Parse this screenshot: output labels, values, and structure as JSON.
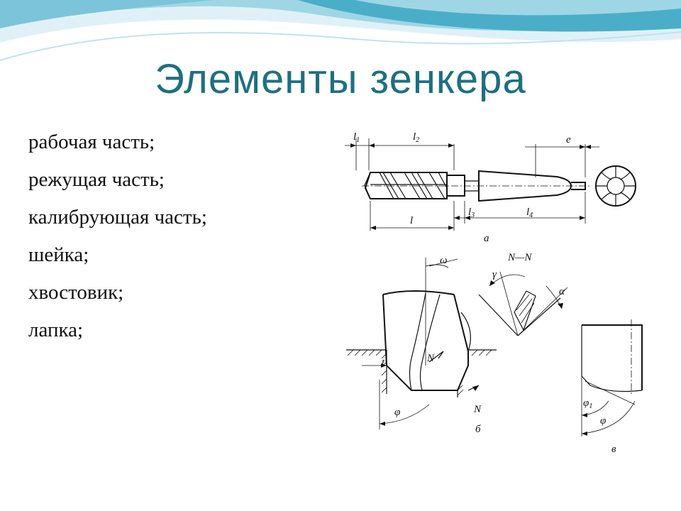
{
  "title": "Элементы зенкера",
  "items": [
    "рабочая часть;",
    "режущая часть;",
    "калибрующая часть;",
    "шейка;",
    "хвостовик;",
    "лапка;"
  ],
  "figure": {
    "labels": {
      "l1": "l",
      "l1_sub": "1",
      "l2": "l",
      "l2_sub": "2",
      "e": "e",
      "l3": "l",
      "l3_sub": "3",
      "l4": "l",
      "l4_sub": "4",
      "l": "l",
      "a": "а",
      "omega": "ω",
      "section": "N—N",
      "gamma": "γ",
      "alpha": "α",
      "N_arrow": "N",
      "N_bottom": "N",
      "t": "t",
      "phi": "φ",
      "b": "б",
      "phi1": "φ",
      "phi1_sub": "1",
      "phi_c": "φ",
      "v": "в"
    }
  },
  "colors": {
    "title": "#1f6f7f",
    "wave_light": "#cfeaf2",
    "wave_mid": "#7fc8dc",
    "wave_dark": "#3aa0bd"
  }
}
